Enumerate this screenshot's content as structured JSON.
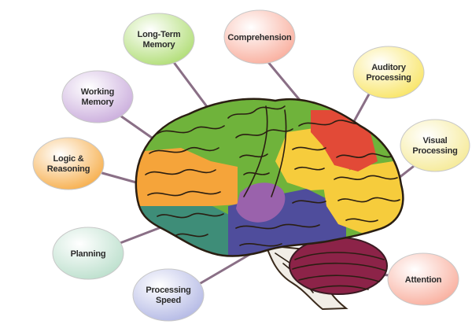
{
  "diagram": {
    "labels": {
      "long_term_memory": [
        "Long-Term",
        "Memory"
      ],
      "comprehension": [
        "Comprehension"
      ],
      "working_memory": [
        "Working",
        "Memory"
      ],
      "auditory_processing": [
        "Auditory",
        "Processing"
      ],
      "visual_processing": [
        "Visual",
        "Processing"
      ],
      "logic_reasoning": [
        "Logic &",
        "Reasoning"
      ],
      "planning": [
        "Planning"
      ],
      "processing_speed": [
        "Processing",
        "Speed"
      ],
      "attention": [
        "Attention"
      ]
    },
    "colors": {
      "green": "#6fb33b",
      "orange": "#f5a43a",
      "yellow": "#f6cc3c",
      "red": "#e24a37",
      "teal": "#3e8d78",
      "indigo": "#4f4d9c",
      "purple": "#9a62ac",
      "maroon": "#8c2348",
      "stem": "#f1ede6"
    }
  }
}
